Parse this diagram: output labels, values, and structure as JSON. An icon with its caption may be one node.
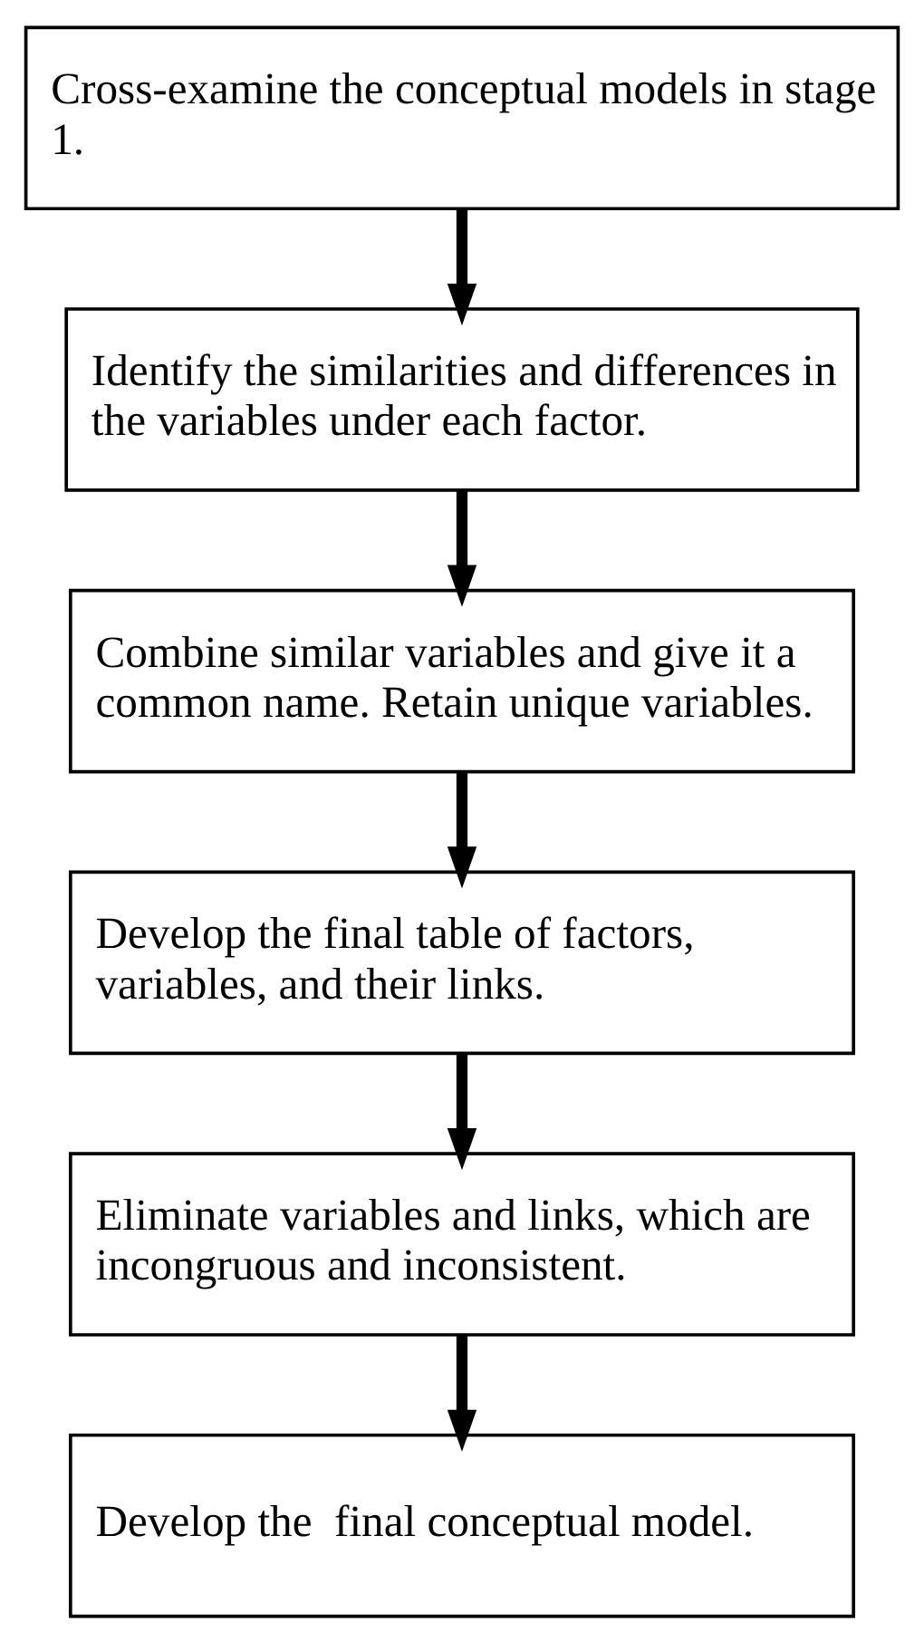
{
  "diagram": {
    "nodes": [
      {
        "text": [
          "Cross-examine the conceptual models in stage 1."
        ]
      },
      {
        "text": [
          "Identify the similarities and differences in the variables under each factor."
        ]
      },
      {
        "text": [
          "Combine similar variables and give it a common name. Retain unique variables."
        ]
      },
      {
        "text": [
          "Develop the final table of factors, variables, and their links."
        ]
      },
      {
        "text": [
          "Eliminate variables and links, which are incongruous and inconsistent."
        ]
      },
      {
        "text": [
          "Develop the  final conceptual model."
        ]
      }
    ],
    "edges": [
      {
        "from": 0,
        "to": 1,
        "arrow": "to"
      },
      {
        "from": 1,
        "to": 2,
        "arrow": "to"
      },
      {
        "from": 2,
        "to": 3,
        "arrow": "to"
      },
      {
        "from": 3,
        "to": 4,
        "arrow": "to"
      },
      {
        "from": 4,
        "to": 5,
        "arrow": "to"
      }
    ]
  }
}
